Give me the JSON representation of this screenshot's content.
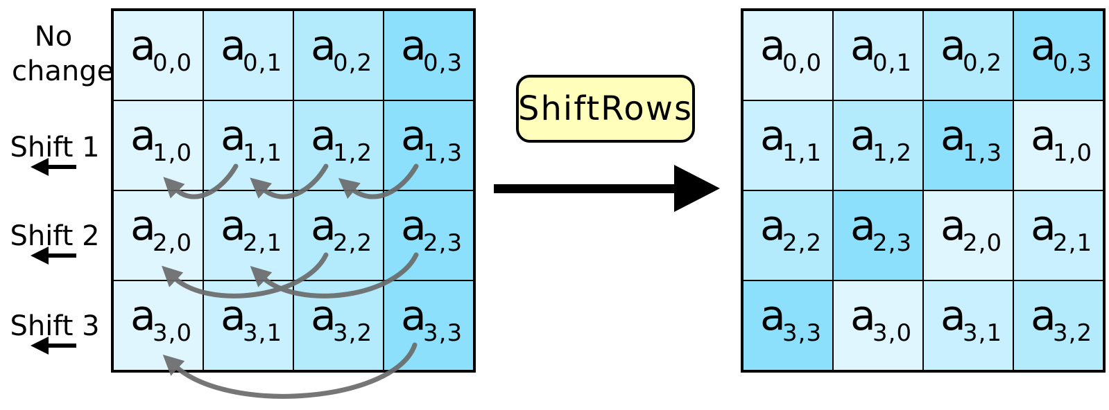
{
  "labels": {
    "row0": "No change",
    "row1": "Shift 1",
    "row2": "Shift 2",
    "row3": "Shift 3",
    "operation": "ShiftRows"
  },
  "colors": {
    "col0": "#e0f6ff",
    "col1": "#c9f0ff",
    "col2": "#b3ebfc",
    "col3": "#8de0fc",
    "box_fill": "#ffffbb",
    "curve": "#6b6b6b"
  },
  "state_before": [
    [
      {
        "base": "a",
        "sub": "0,0",
        "col": 0
      },
      {
        "base": "a",
        "sub": "0,1",
        "col": 1
      },
      {
        "base": "a",
        "sub": "0,2",
        "col": 2
      },
      {
        "base": "a",
        "sub": "0,3",
        "col": 3
      }
    ],
    [
      {
        "base": "a",
        "sub": "1,0",
        "col": 0
      },
      {
        "base": "a",
        "sub": "1,1",
        "col": 1
      },
      {
        "base": "a",
        "sub": "1,2",
        "col": 2
      },
      {
        "base": "a",
        "sub": "1,3",
        "col": 3
      }
    ],
    [
      {
        "base": "a",
        "sub": "2,0",
        "col": 0
      },
      {
        "base": "a",
        "sub": "2,1",
        "col": 1
      },
      {
        "base": "a",
        "sub": "2,2",
        "col": 2
      },
      {
        "base": "a",
        "sub": "2,3",
        "col": 3
      }
    ],
    [
      {
        "base": "a",
        "sub": "3,0",
        "col": 0
      },
      {
        "base": "a",
        "sub": "3,1",
        "col": 1
      },
      {
        "base": "a",
        "sub": "3,2",
        "col": 2
      },
      {
        "base": "a",
        "sub": "3,3",
        "col": 3
      }
    ]
  ],
  "state_after": [
    [
      {
        "base": "a",
        "sub": "0,0",
        "col": 0
      },
      {
        "base": "a",
        "sub": "0,1",
        "col": 1
      },
      {
        "base": "a",
        "sub": "0,2",
        "col": 2
      },
      {
        "base": "a",
        "sub": "0,3",
        "col": 3
      }
    ],
    [
      {
        "base": "a",
        "sub": "1,1",
        "col": 1
      },
      {
        "base": "a",
        "sub": "1,2",
        "col": 2
      },
      {
        "base": "a",
        "sub": "1,3",
        "col": 3
      },
      {
        "base": "a",
        "sub": "1,0",
        "col": 0
      }
    ],
    [
      {
        "base": "a",
        "sub": "2,2",
        "col": 2
      },
      {
        "base": "a",
        "sub": "2,3",
        "col": 3
      },
      {
        "base": "a",
        "sub": "2,0",
        "col": 0
      },
      {
        "base": "a",
        "sub": "2,1",
        "col": 1
      }
    ],
    [
      {
        "base": "a",
        "sub": "3,3",
        "col": 3
      },
      {
        "base": "a",
        "sub": "3,0",
        "col": 0
      },
      {
        "base": "a",
        "sub": "3,1",
        "col": 1
      },
      {
        "base": "a",
        "sub": "3,2",
        "col": 2
      }
    ]
  ]
}
